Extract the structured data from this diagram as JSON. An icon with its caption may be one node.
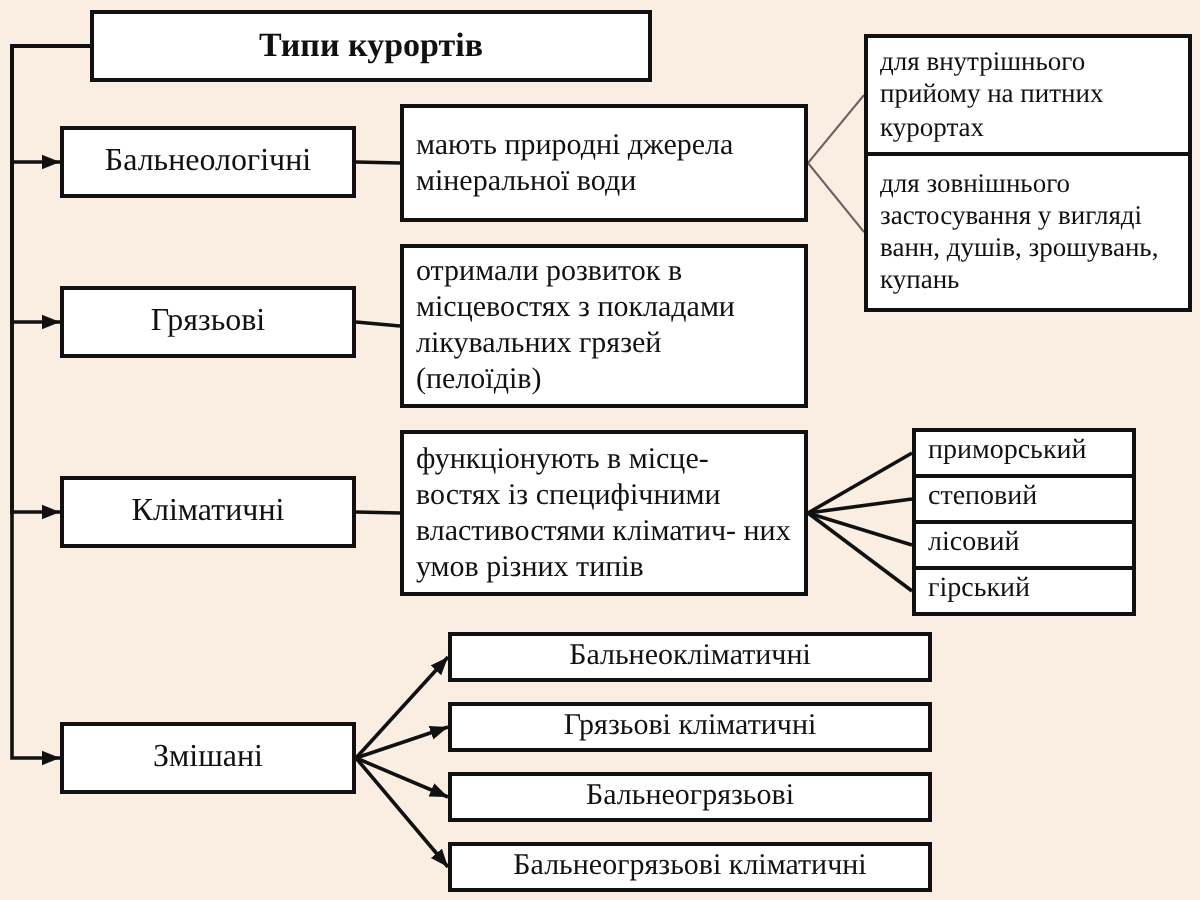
{
  "diagram": {
    "nodes": [
      {
        "text": [
          "Типи курортів"
        ]
      },
      {
        "text": [
          "Бальнеологічні"
        ]
      },
      {
        "text": [
          "мають природні джерела мінеральної води"
        ]
      },
      {
        "text": [
          "для внутрішнього прийому на питних курортах"
        ]
      },
      {
        "text": [
          "для зовнішнього застосування у вигляді ванн, душів, зрошувань, купань"
        ]
      },
      {
        "text": [
          "Грязьові"
        ]
      },
      {
        "text": [
          "отримали розвиток в місцевостях з покладами лікувальних грязей (пелоїдів)"
        ]
      },
      {
        "text": [
          "Кліматичні"
        ]
      },
      {
        "text": [
          "функціонують в місце- востях із специфічними властивостями кліматич- них умов різних типів"
        ]
      },
      {
        "text": [
          "приморський"
        ]
      },
      {
        "text": [
          "степовий"
        ]
      },
      {
        "text": [
          "лісовий"
        ]
      },
      {
        "text": [
          "гірський"
        ]
      },
      {
        "text": [
          "Змішані"
        ]
      },
      {
        "text": [
          "Бальнеокліматичні"
        ]
      },
      {
        "text": [
          "Грязьові кліматичні"
        ]
      },
      {
        "text": [
          "Бальнеогрязьові"
        ]
      },
      {
        "text": [
          "Бальнеогрязьові кліматичні"
        ]
      }
    ],
    "edges": [
      {
        "from": 0,
        "to": 1,
        "arrow": "to"
      },
      {
        "from": 0,
        "to": 5,
        "arrow": "to"
      },
      {
        "from": 0,
        "to": 7,
        "arrow": "to"
      },
      {
        "from": 0,
        "to": 13,
        "arrow": "to"
      },
      {
        "from": 1,
        "to": 2,
        "arrow": "none"
      },
      {
        "from": 2,
        "to": 3,
        "arrow": "none",
        "color": "#666666"
      },
      {
        "from": 2,
        "to": 4,
        "arrow": "none",
        "color": "#666666"
      },
      {
        "from": 5,
        "to": 6,
        "arrow": "none"
      },
      {
        "from": 7,
        "to": 8,
        "arrow": "none"
      },
      {
        "from": 8,
        "to": 9,
        "arrow": "none"
      },
      {
        "from": 8,
        "to": 10,
        "arrow": "none"
      },
      {
        "from": 8,
        "to": 11,
        "arrow": "none"
      },
      {
        "from": 8,
        "to": 12,
        "arrow": "none"
      },
      {
        "from": 13,
        "to": 14,
        "arrow": "to"
      },
      {
        "from": 13,
        "to": 15,
        "arrow": "to"
      },
      {
        "from": 13,
        "to": 16,
        "arrow": "to"
      },
      {
        "from": 13,
        "to": 17,
        "arrow": "to"
      }
    ]
  }
}
